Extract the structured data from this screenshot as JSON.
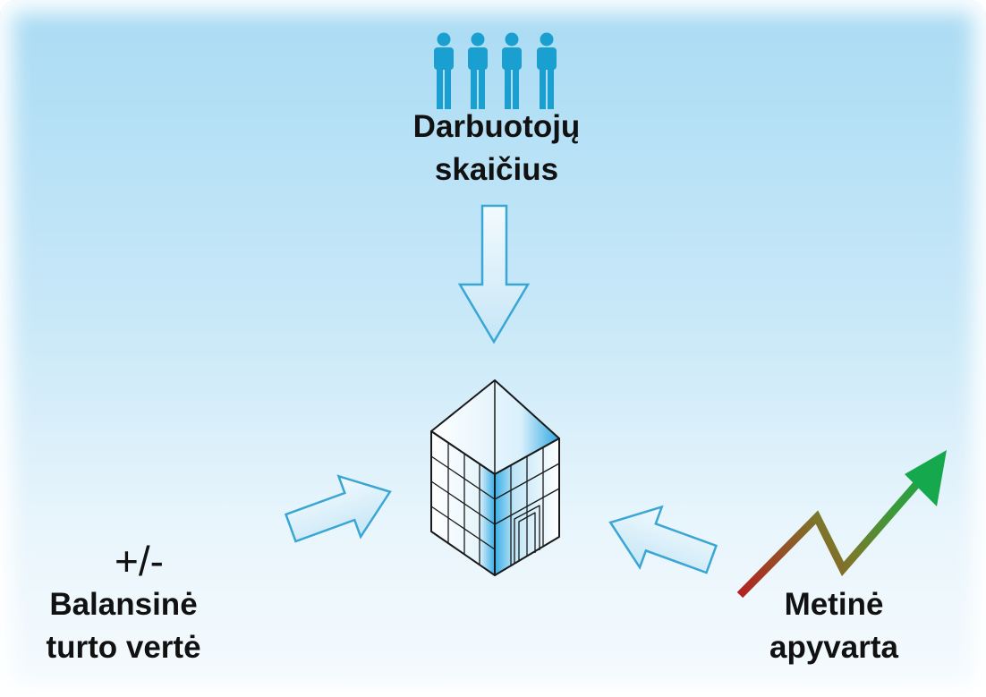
{
  "nodes": {
    "employees": {
      "line1": "Darbuotojų",
      "line2": "skaičius",
      "icon": "people-icon"
    },
    "assets": {
      "symbol": "+/-",
      "line1": "Balansinė",
      "line2": "turto vertė"
    },
    "turnover": {
      "line1": "Metinė",
      "line2": "apyvarta",
      "icon": "growth-trend-icon"
    },
    "center": {
      "icon": "office-building-icon"
    }
  },
  "colors": {
    "people": "#1aa0d0",
    "arrow_fill": "#d6eef9",
    "arrow_stroke": "#3aa6d4",
    "building_blue": "#3aaee6",
    "trend_start": "#b22222",
    "trend_mid": "#7a7a2a",
    "trend_end": "#16a84c"
  }
}
